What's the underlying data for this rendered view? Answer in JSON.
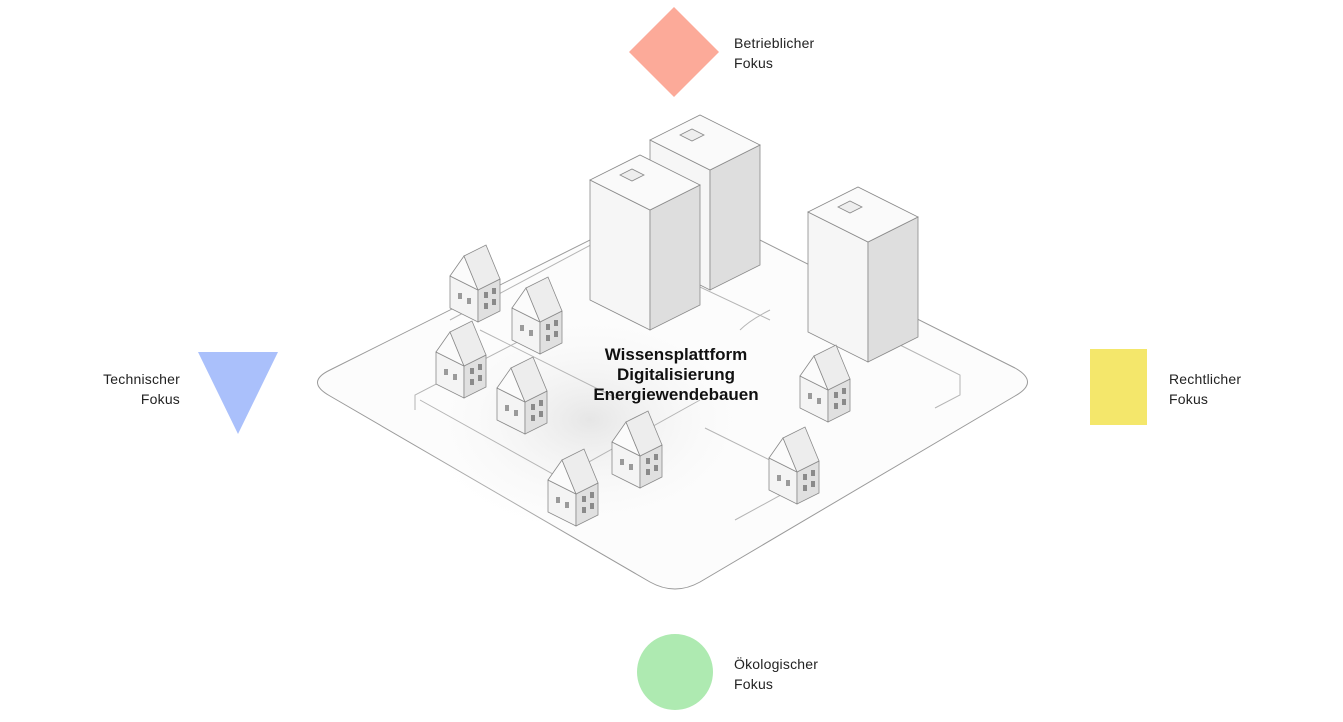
{
  "title": {
    "line1": "Wissensplattform",
    "line2": "Digitalisierung",
    "line3": "Energiewendebauen"
  },
  "foci": {
    "operational": {
      "line1": "Betrieblicher",
      "line2": "Fokus",
      "shape": "diamond",
      "color": "#fcaa99"
    },
    "technical": {
      "line1": "Technischer",
      "line2": "Fokus",
      "shape": "triangle-down",
      "color": "#aac0fb"
    },
    "legal": {
      "line1": "Rechtlicher",
      "line2": "Fokus",
      "shape": "rectangle",
      "color": "#f4e76b"
    },
    "ecological": {
      "line1": "Ökologischer",
      "line2": "Fokus",
      "shape": "circle",
      "color": "#aeeab1"
    }
  },
  "illustration": {
    "icon": "isometric-city-block",
    "road_color": "#c8c8c8",
    "building_color": "#f2f2f2"
  }
}
